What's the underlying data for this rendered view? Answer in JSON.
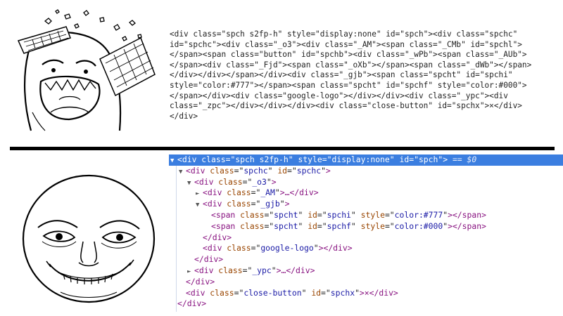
{
  "top": {
    "raw_lines": [
      "<div class=\"spch s2fp-h\" style=\"display:none\" id=\"spch\"><div class=\"spchc\"",
      "id=\"spchc\"><div class=\"_o3\"><div class=\"_AM\"><span class=\"_CMb\" id=\"spchl\">",
      "</span><span class=\"button\" id=\"spchb\"><div class=\"_wPb\"><span class=\"_AUb\">",
      "</span><div class=\"_Fjd\"><span class=\"_oXb\"></span><span class=\"_dWb\"></span>",
      "</div></div></span></div><div class=\"_gjb\"><span class=\"spcht\" id=\"spchi\"",
      "style=\"color:#777\"></span><span class=\"spcht\" id=\"spchf\" style=\"color:#000\">",
      "</span></div><div class=\"google-logo\"></div></div><div class=\"_ypc\"><div",
      "class=\"_zpc\"></div></div></div><div class=\"close-button\" id=\"spchx\">×</div>",
      "</div>"
    ]
  },
  "bottom": {
    "tree": [
      {
        "indent": 0,
        "tri": "▼",
        "open": "<div ",
        "attrs": [
          [
            "class",
            "spch s2fp-h"
          ],
          [
            "style",
            "display:none"
          ],
          [
            "id",
            "spch"
          ]
        ],
        "close": ">",
        "suffix": " == $0",
        "selected": true
      },
      {
        "indent": 1,
        "tri": "▼",
        "open": "<div ",
        "attrs": [
          [
            "class",
            "spchc"
          ],
          [
            "id",
            "spchc"
          ]
        ],
        "close": ">"
      },
      {
        "indent": 2,
        "tri": "▼",
        "open": "<div ",
        "attrs": [
          [
            "class",
            "_o3"
          ]
        ],
        "close": ">"
      },
      {
        "indent": 3,
        "tri": "►",
        "open": "<div ",
        "attrs": [
          [
            "class",
            "_AM"
          ]
        ],
        "close": ">…</div>"
      },
      {
        "indent": 3,
        "tri": "▼",
        "open": "<div ",
        "attrs": [
          [
            "class",
            "_gjb"
          ]
        ],
        "close": ">"
      },
      {
        "indent": 4,
        "tri": "",
        "open": "<span ",
        "attrs": [
          [
            "class",
            "spcht"
          ],
          [
            "id",
            "spchi"
          ],
          [
            "style",
            "color:#777"
          ]
        ],
        "close": "></span>"
      },
      {
        "indent": 4,
        "tri": "",
        "open": "<span ",
        "attrs": [
          [
            "class",
            "spcht"
          ],
          [
            "id",
            "spchf"
          ],
          [
            "style",
            "color:#000"
          ]
        ],
        "close": "></span>"
      },
      {
        "indent": 3,
        "tri": "",
        "open": "</div>",
        "attrs": [],
        "close": ""
      },
      {
        "indent": 3,
        "tri": "",
        "open": "<div ",
        "attrs": [
          [
            "class",
            "google-logo"
          ]
        ],
        "close": "></div>"
      },
      {
        "indent": 2,
        "tri": "",
        "open": "</div>",
        "attrs": [],
        "close": ""
      },
      {
        "indent": 2,
        "tri": "►",
        "open": "<div ",
        "attrs": [
          [
            "class",
            "_ypc"
          ]
        ],
        "close": ">…</div>"
      },
      {
        "indent": 1,
        "tri": "",
        "open": "</div>",
        "attrs": [],
        "close": ""
      },
      {
        "indent": 1,
        "tri": "",
        "open": "<div ",
        "attrs": [
          [
            "class",
            "close-button"
          ],
          [
            "id",
            "spchx"
          ]
        ],
        "close": ">×</div>"
      },
      {
        "indent": 0,
        "tri": "",
        "open": "</div>",
        "attrs": [],
        "close": ""
      }
    ]
  },
  "colors": {
    "selection": "#3b7ee0",
    "tag": "#881280",
    "attribute": "#994500",
    "value": "#1a1aa6"
  },
  "icons": [
    "rage-face-keyboard-icon",
    "me-gusta-face-icon",
    "expand-triangle-icon",
    "collapse-triangle-icon"
  ]
}
